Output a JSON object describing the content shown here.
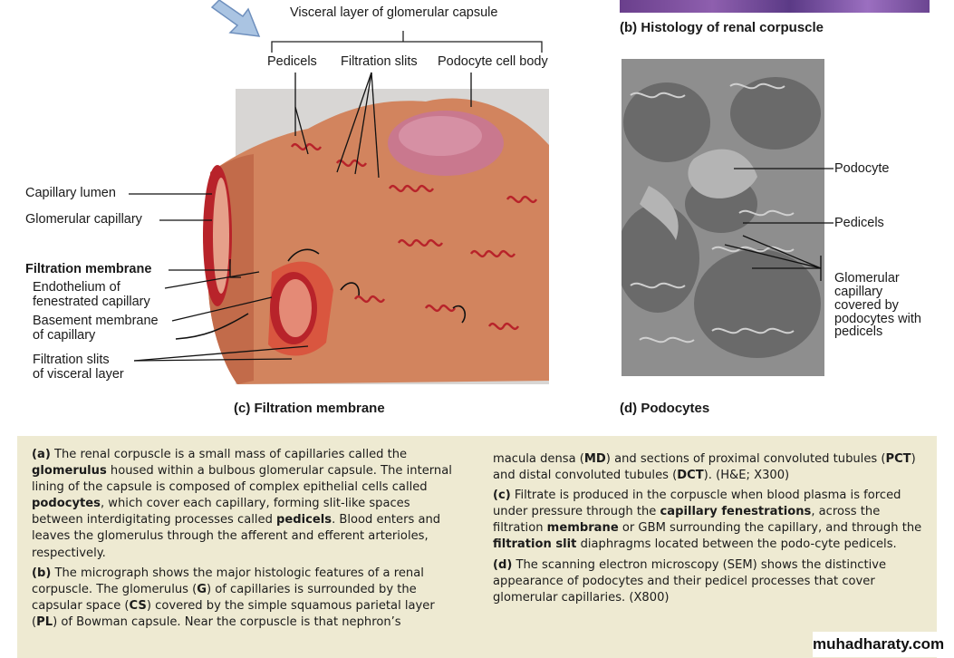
{
  "top": {
    "visceral_layer_label": "Visceral layer of glomerular capsule",
    "pedicels_label": "Pedicels",
    "filtration_slits_label": "Filtration slits",
    "podocyte_body_label": "Podocyte cell body"
  },
  "panel_b": {
    "caption": "(b) Histology of renal corpuscle"
  },
  "panel_c": {
    "caption": "(c) Filtration membrane",
    "left_labels": {
      "capillary_lumen": "Capillary lumen",
      "glomerular_capillary": "Glomerular capillary",
      "filtration_membrane": "Filtration membrane",
      "endothelium_1": "Endothelium of",
      "endothelium_2": "fenestrated capillary",
      "basement_1": "Basement membrane",
      "basement_2": "of capillary",
      "slits_1": "Filtration slits",
      "slits_2": "of visceral layer"
    }
  },
  "panel_d": {
    "caption": "(d) Podocytes",
    "labels": {
      "podocyte": "Podocyte",
      "pedicels": "Pedicels",
      "glom_1": "Glomerular",
      "glom_2": "capillary",
      "glom_3": "covered by",
      "glom_4": "podocytes with",
      "glom_5": "pedicels"
    }
  },
  "text": {
    "a": {
      "prefix": "(a)",
      "t1": " The renal corpuscle is a small mass of capillaries called the ",
      "b1": "glomerulus",
      "t2": " housed within a bulbous glomerular capsule. The internal lining of the capsule is composed of complex epithelial cells called ",
      "b2": "podocytes",
      "t3": ", which cover each capillary, forming slit-like spaces between interdigitating processes called ",
      "b3": "pedicels",
      "t4": ". Blood enters and leaves the glomerulus through the afferent and efferent arterioles, respectively."
    },
    "b": {
      "prefix": "(b)",
      "t1": " The micrograph shows the major histologic features of a renal corpuscle. The glomerulus (",
      "b1": "G",
      "t2": ") of capillaries is surrounded by the capsular space (",
      "b2": "CS",
      "t3": ") covered by the simple squamous parietal layer (",
      "b3": "PL",
      "t4": ") of Bowman capsule. Near the corpuscle is that nephron’s",
      "cont1": "macula densa (",
      "cb1": "MD",
      "cont2": ") and sections of proximal convoluted tubules (",
      "cb2": "PCT",
      "cont3": ") and distal convoluted tubules (",
      "cb3": "DCT",
      "cont4": "). (H&E; X300)"
    },
    "c": {
      "prefix": "(c)",
      "t1": " Filtrate is produced in the corpuscle when blood plasma is forced under pressure through the ",
      "b1": "capillary fenestrations",
      "t2": ", across the filtration ",
      "b2": "membrane",
      "t3": " or GBM surrounding the capillary, and through the ",
      "b3": "filtration slit",
      "t4": " diaphragms located between the podo-cyte pedicels."
    },
    "d": {
      "prefix": "(d)",
      "t1": " The scanning electron microscopy (SEM) shows the distinctive appearance of podocytes and their pedicel processes that cover glomerular capillaries. (X800)"
    }
  },
  "watermark": "muhadharaty.com",
  "colors": {
    "panel_bg": "#eeead2",
    "tissue": "#d2845e",
    "vessel_red": "#b8232a",
    "podocyte_body": "#c9788e"
  }
}
